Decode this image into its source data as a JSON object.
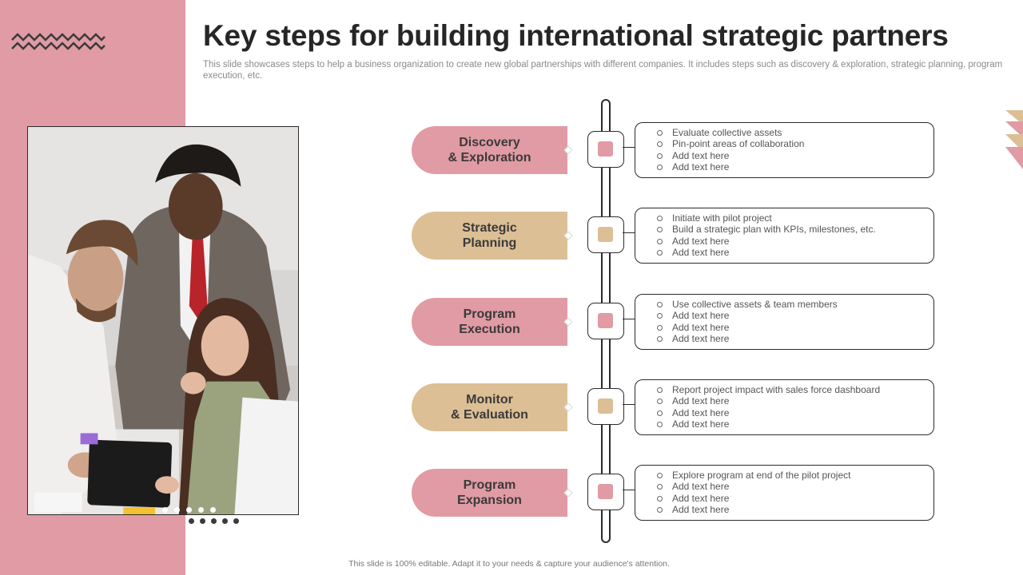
{
  "slide": {
    "title": "Key steps for building international strategic partners",
    "subtitle": "This slide showcases steps to help a business organization to create new global partnerships with different companies. It includes steps such as discovery & exploration, strategic planning, program execution, etc.",
    "footer": "This slide is 100% editable. Adapt it to your needs & capture your audience's attention."
  },
  "colors": {
    "pink": "#e09ba4",
    "tan": "#dcbf95",
    "dark": "#2b2b2b"
  },
  "icons": {
    "zigzag": "zigzag-decoration-icon",
    "corner": "triangle-stack-icon"
  },
  "steps": [
    {
      "label": "Discovery\n& Exploration",
      "color": "pink",
      "bullets": [
        "Evaluate collective assets",
        "Pin-point areas of collaboration",
        "Add text here",
        "Add text here"
      ]
    },
    {
      "label": "Strategic\nPlanning",
      "color": "tan",
      "bullets": [
        "Initiate with pilot project",
        "Build a strategic plan with KPIs, milestones, etc.",
        "Add text here",
        "Add text here"
      ]
    },
    {
      "label": "Program\nExecution",
      "color": "pink",
      "bullets": [
        "Use collective assets & team members",
        "Add text here",
        "Add text here",
        "Add text here"
      ]
    },
    {
      "label": "Monitor\n& Evaluation",
      "color": "tan",
      "bullets": [
        "Report project impact with sales force dashboard",
        "Add text here",
        "Add text here",
        "Add text here"
      ]
    },
    {
      "label": "Program\nExpansion",
      "color": "pink",
      "bullets": [
        "Explore program at end of the pilot project",
        "Add text here",
        "Add text here",
        "Add text here"
      ]
    }
  ]
}
